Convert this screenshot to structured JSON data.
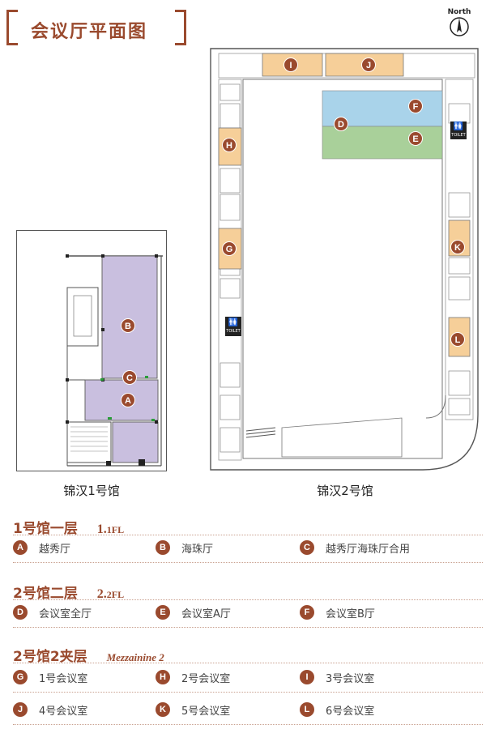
{
  "title": "会议厅平面图",
  "north_label": "North",
  "buildings": {
    "b1_label": "锦汉1号馆",
    "b2_label": "锦汉2号馆",
    "toilet": "TOILET"
  },
  "colors": {
    "accent": "#9a4a2e",
    "hall_purple": "#c9bfdf",
    "room_orange": "#f6cf99",
    "room_blue": "#a9d3ea",
    "room_green": "#a9d09a"
  },
  "markers": {
    "A": "A",
    "B": "B",
    "C": "C",
    "D": "D",
    "E": "E",
    "F": "F",
    "G": "G",
    "H": "H",
    "I": "I",
    "J": "J",
    "K": "K",
    "L": "L"
  },
  "sections": [
    {
      "title": "1号馆一层",
      "floor_big": "1.",
      "floor_small": "1FL",
      "items": [
        {
          "code": "A",
          "name": "越秀厅"
        },
        {
          "code": "B",
          "name": "海珠厅"
        },
        {
          "code": "C",
          "name": "越秀厅海珠厅合用"
        }
      ]
    },
    {
      "title": "2号馆二层",
      "floor_big": "2.",
      "floor_small": "2FL",
      "items": [
        {
          "code": "D",
          "name": "会议室全厅"
        },
        {
          "code": "E",
          "name": "会议室A厅"
        },
        {
          "code": "F",
          "name": "会议室B厅"
        }
      ]
    },
    {
      "title": "2号馆2夹层",
      "floor_big": "Mezzainine 2",
      "floor_small": "",
      "items": [
        {
          "code": "G",
          "name": "1号会议室"
        },
        {
          "code": "H",
          "name": "2号会议室"
        },
        {
          "code": "I",
          "name": "3号会议室"
        },
        {
          "code": "J",
          "name": "4号会议室"
        },
        {
          "code": "K",
          "name": "5号会议室"
        },
        {
          "code": "L",
          "name": "6号会议室"
        }
      ]
    }
  ]
}
